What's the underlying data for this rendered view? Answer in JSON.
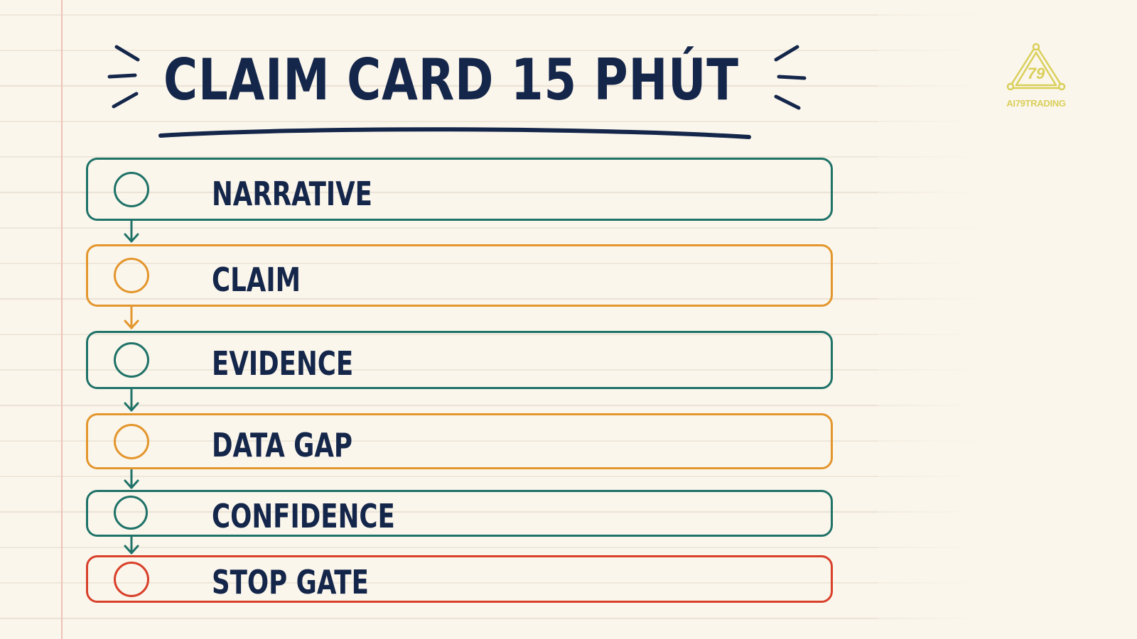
{
  "title": "CLAIM CARD 15 PHÚT",
  "logo": {
    "text": "AI79TRADING",
    "mark": "79"
  },
  "steps": [
    {
      "label": "NARRATIVE",
      "color": "#1f7268"
    },
    {
      "label": "CLAIM",
      "color": "#e3962d"
    },
    {
      "label": "EVIDENCE",
      "color": "#1f7268"
    },
    {
      "label": "DATA GAP",
      "color": "#e3962d"
    },
    {
      "label": "CONFIDENCE",
      "color": "#1f7268"
    },
    {
      "label": "STOP GATE",
      "color": "#d8402a"
    }
  ],
  "colors": {
    "ink": "#14264a",
    "teal": "#1f7268",
    "orange": "#e3962d",
    "red": "#d8402a",
    "logo": "#d9cf5a"
  }
}
